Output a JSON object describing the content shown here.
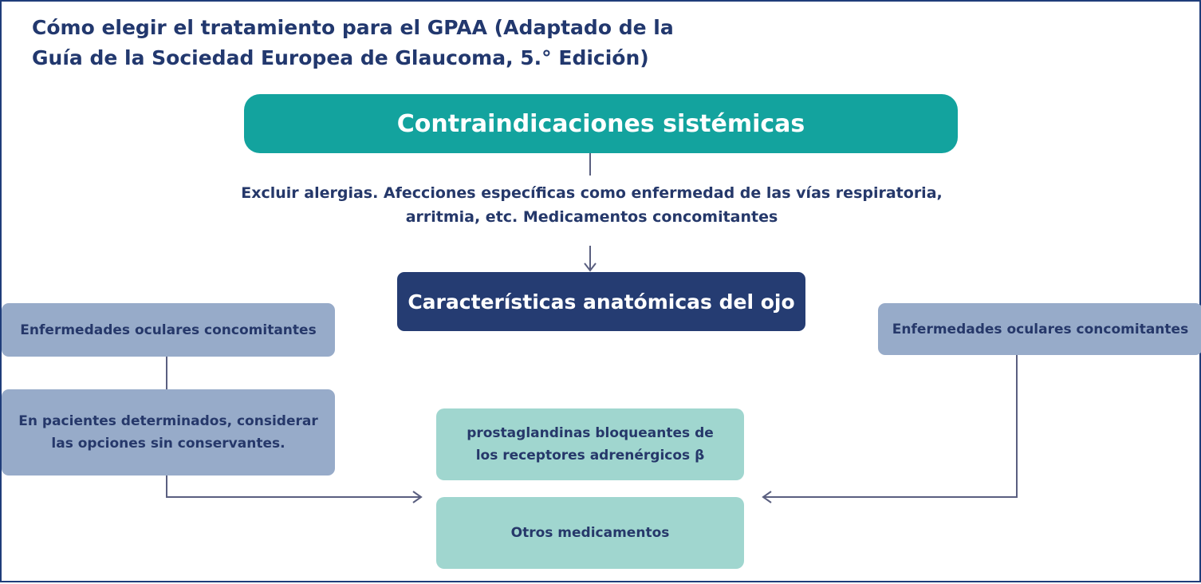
{
  "title": "Cómo elegir el tratamiento para el GPAA (Adaptado de la\nGuía de la Sociedad Europea de Glaucoma, 5.° Edición)",
  "top_box": {
    "label": "Contraindicaciones sistémicas"
  },
  "exclude_text": "Excluir alergias. Afecciones específicas como enfermedad de las vías respiratoria,\narritmia, etc. Medicamentos concomitantes",
  "mid_box": {
    "label": "Características anatómicas del ojo"
  },
  "left_top_box": {
    "label": "Enfermedades oculares concomitantes"
  },
  "left_bottom_box": {
    "label": "En pacientes determinados, considerar\nlas opciones sin conservantes."
  },
  "right_box": {
    "label": "Enfermedades oculares concomitantes"
  },
  "teal_box_1": {
    "label": "prostaglandinas bloqueantes de\nlos receptores adrenérgicos β"
  },
  "teal_box_2": {
    "label": "Otros medicamentos"
  },
  "colors": {
    "title": "#22386e",
    "top_box": "#13a39e",
    "mid_box": "#253c72",
    "side_box": "#97abc9",
    "teal_box": "#a0d6cf",
    "connector": "#5a5f80",
    "frame": "#1f3d7a"
  }
}
